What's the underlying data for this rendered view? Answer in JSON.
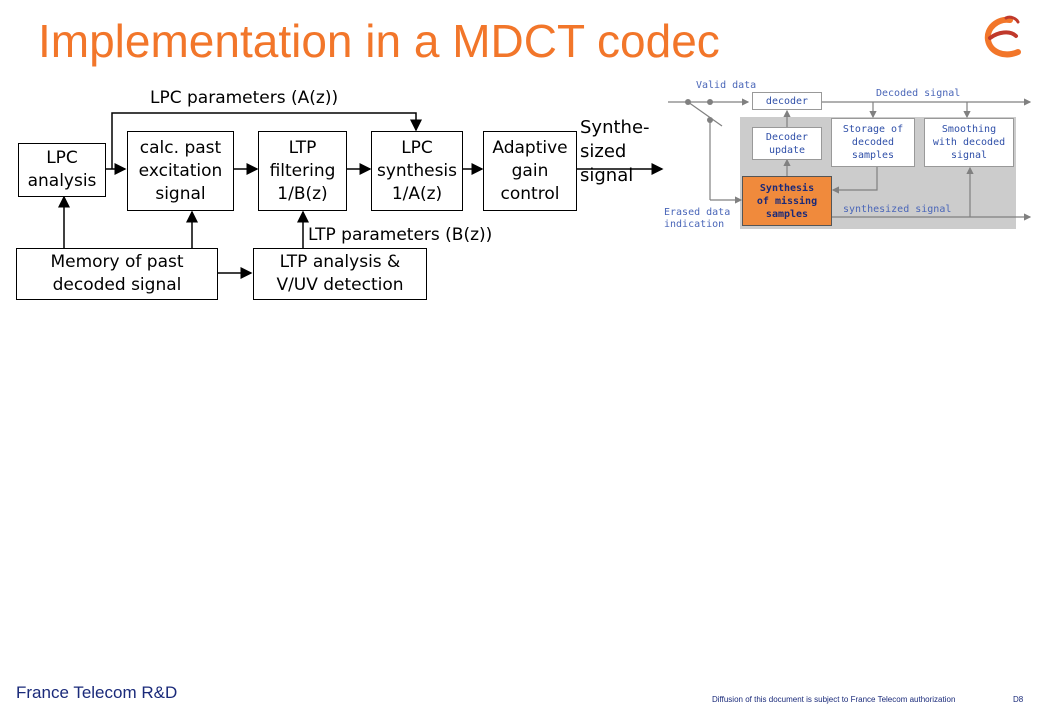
{
  "title": "Implementation in a MDCT codec",
  "brand_color": "#f2762a",
  "main_diagram": {
    "boxes": {
      "lpc_analysis": "LPC\nanalysis",
      "calc_past_excitation": "calc. past\nexcitation\nsignal",
      "ltp_filtering": "LTP\nfiltering\n1/B(z)",
      "lpc_synthesis": "LPC\nsynthesis\n1/A(z)",
      "adaptive_gain": "Adaptive\ngain\ncontrol",
      "memory_past": "Memory of past\ndecoded signal",
      "ltp_analysis": "LTP analysis &\nV/UV detection"
    },
    "labels": {
      "lpc_parameters": "LPC parameters (A(z))",
      "ltp_parameters": "LTP parameters (B(z))",
      "synthesized_signal": "Synthe-\nsized\nsignal"
    }
  },
  "side_diagram": {
    "labels": {
      "valid_data": "Valid data",
      "decoded_signal": "Decoded signal",
      "erased_data": "Erased data\nindication",
      "synthesized_signal": "synthesized signal"
    },
    "boxes": {
      "decoder": "decoder",
      "decoder_update": "Decoder\nupdate",
      "storage": "Storage of\ndecoded\nsamples",
      "smoothing": "Smoothing\nwith decoded\nsignal",
      "synthesis_missing": "Synthesis\nof missing\nsamples"
    },
    "panel_color": "#cccccc",
    "highlight_color": "#f08a3c",
    "line_color": "#808080"
  },
  "footer": {
    "company": "France Telecom R&D",
    "disclaimer": "Diffusion of  this document  is subject to France Telecom  authorization",
    "page": "D8"
  }
}
